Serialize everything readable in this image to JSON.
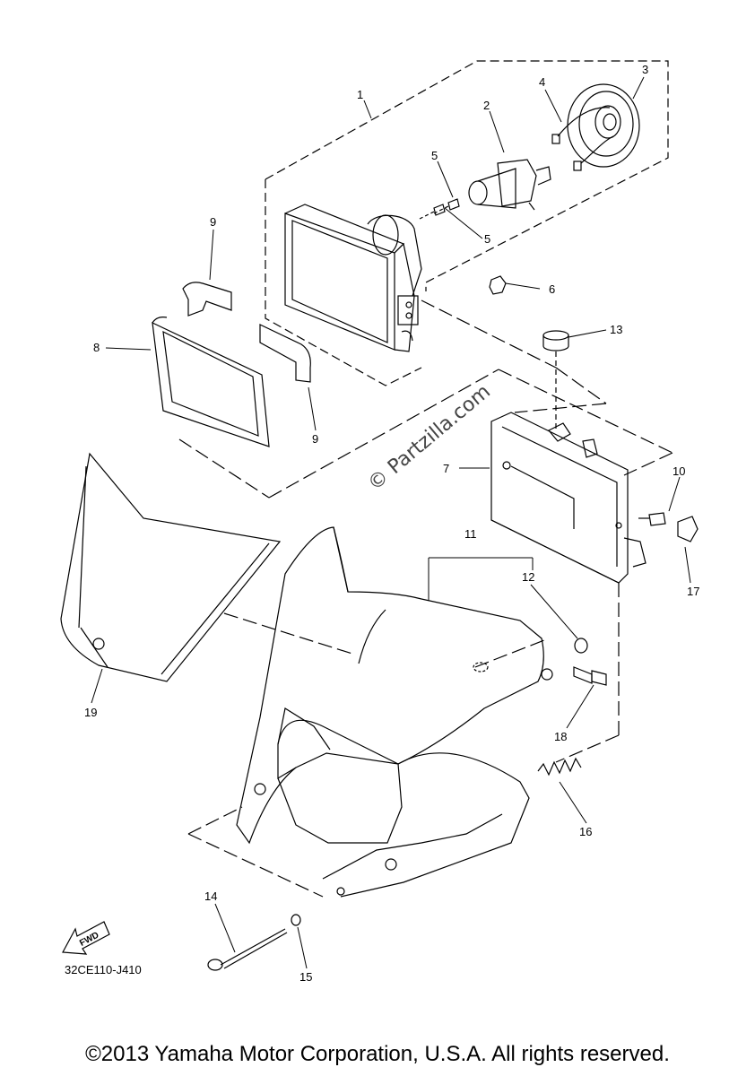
{
  "diagram": {
    "callouts": [
      "1",
      "2",
      "3",
      "4",
      "5",
      "5",
      "6",
      "13",
      "9",
      "8",
      "9",
      "7",
      "10",
      "11",
      "12",
      "17",
      "19",
      "18",
      "16",
      "14",
      "15"
    ],
    "fwd_label": "FWD",
    "diagram_code": "32CE110-J410",
    "watermark": "© Partzilla.com"
  },
  "footer": {
    "copyright": "©2013 Yamaha Motor Corporation, U.S.A. All rights reserved."
  }
}
